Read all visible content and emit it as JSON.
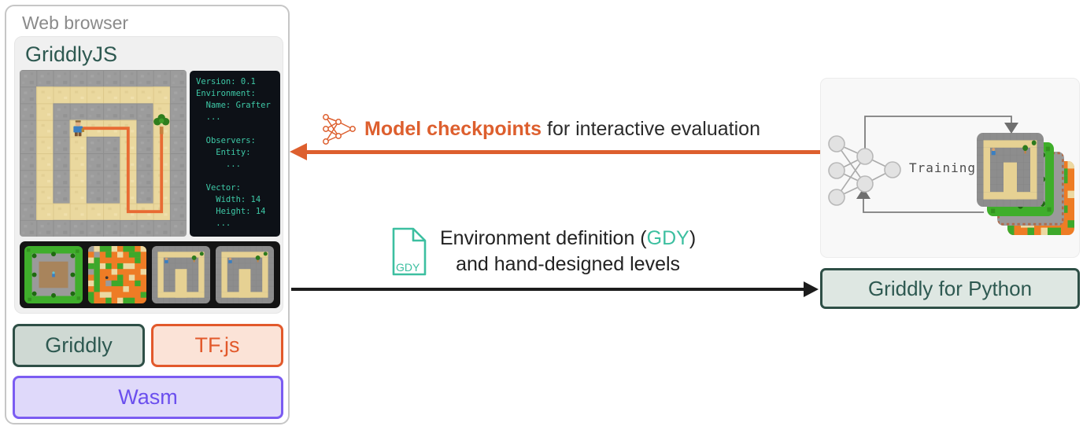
{
  "colors": {
    "accent_orange": "#DD5F2E",
    "accent_teal": "#3CBFA0",
    "dark_teal": "#2E5951",
    "accent_purple": "#6B4FEE",
    "console_text": "#3EC9A7",
    "console_bg": "#0D1117"
  },
  "browser": {
    "title": "Web browser",
    "app_title": "GriddlyJS",
    "console_text": "Version: 0.1\nEnvironment:\n  Name: Grafter\n  ...\n\n  Observers:\n    Entity:\n      ...\n\n  Vector:\n    Width: 14\n    Height: 14\n    ...",
    "buttons": {
      "griddly": "Griddly",
      "tfjs": "TF.js",
      "wasm": "Wasm"
    }
  },
  "flows": {
    "checkpoints": {
      "highlight": "Model checkpoints",
      "rest": " for interactive evaluation"
    },
    "environment": {
      "prefix": "Environment definition (",
      "gdy": "GDY",
      "suffix": ")",
      "line2": "and hand-designed levels"
    }
  },
  "gdy_file_icon_label": "GDY",
  "python_side": {
    "training": "Training",
    "box": "Griddly for Python"
  }
}
